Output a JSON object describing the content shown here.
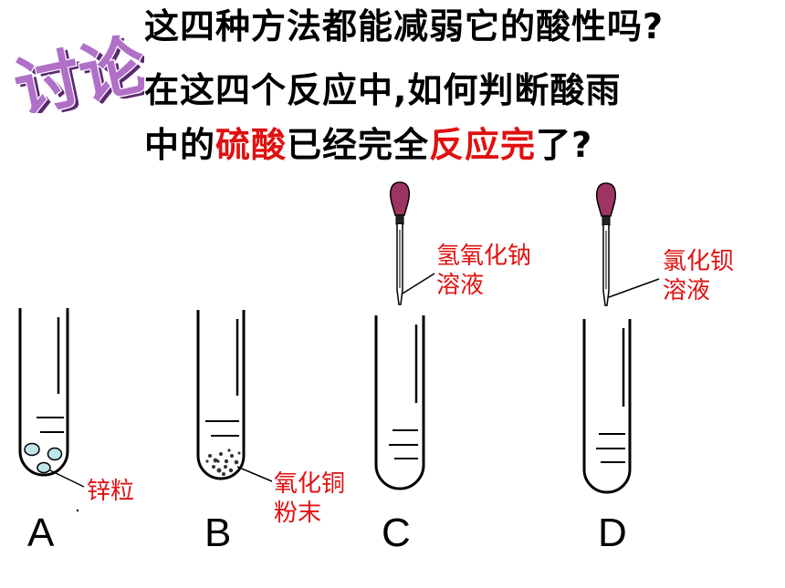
{
  "badge": {
    "text": "讨论"
  },
  "question": {
    "line1": "这四种方法都能减弱它的酸性吗?",
    "line2": "在这四个反应中,如何判断酸雨",
    "line3_a": "中的",
    "line3_b": "硫酸",
    "line3_c": "已经完全",
    "line3_d": "反应完",
    "line3_e": "了?"
  },
  "tubes": [
    {
      "letter": "A",
      "labels": [
        "锌粒"
      ]
    },
    {
      "letter": "B",
      "labels": [
        "氧化铜",
        "粉末"
      ]
    },
    {
      "letter": "C",
      "labels": [
        "氢氧化钠",
        "溶液"
      ]
    },
    {
      "letter": "D",
      "labels": [
        "氯化钡",
        "溶液"
      ]
    }
  ],
  "colors": {
    "highlight": "#e01010",
    "badge_fill": "#b070c8",
    "dropper_bulb": "#9e3560"
  }
}
